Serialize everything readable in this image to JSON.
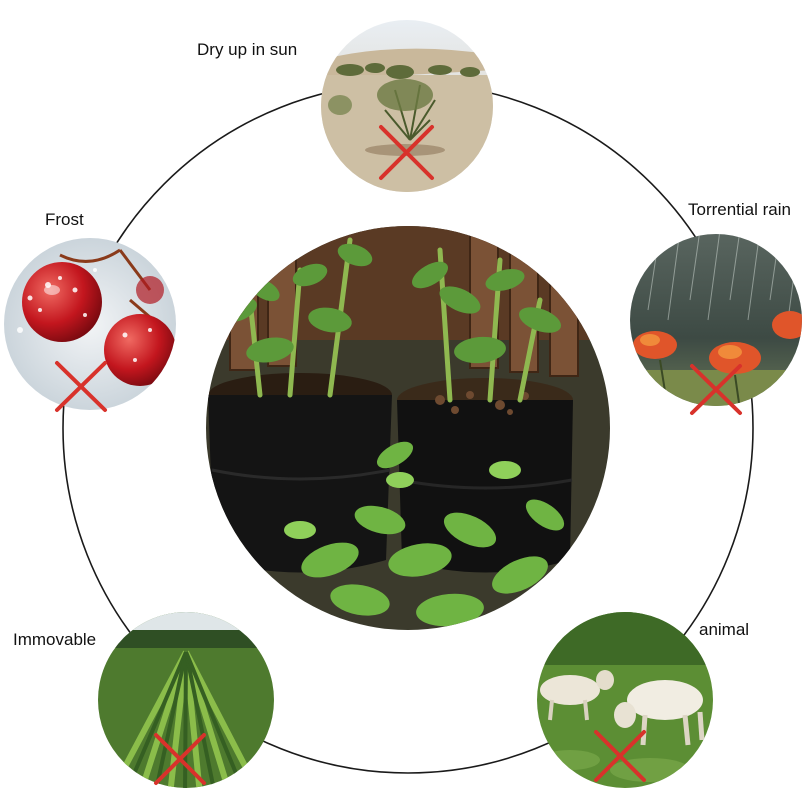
{
  "labels": {
    "dry": "Dry up in sun",
    "frost": "Frost",
    "rain": "Torrential rain",
    "immovable": "Immovable",
    "animal": "animal"
  },
  "colors": {
    "cross": "#d8322b",
    "ring": "#1a1a1a"
  }
}
